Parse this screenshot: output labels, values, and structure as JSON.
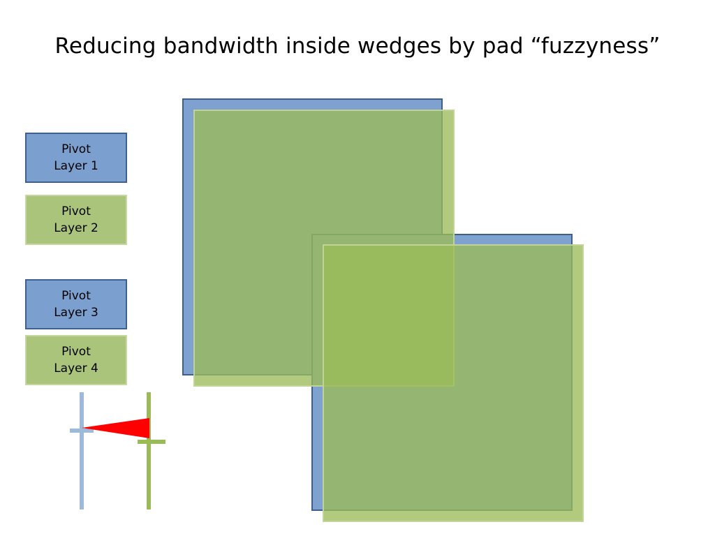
{
  "slide": {
    "title": "Reducing bandwidth inside wedges by pad “fuzzyness”"
  },
  "legend": [
    {
      "line1": "Pivot",
      "line2": "Layer 1",
      "color": "#7b9fce"
    },
    {
      "line1": "Pivot",
      "line2": "Layer 2",
      "color": "#abc47b"
    },
    {
      "line1": "Pivot",
      "line2": "Layer 3",
      "color": "#7b9fce"
    },
    {
      "line1": "Pivot",
      "line2": "Layer 4",
      "color": "#abc47b"
    }
  ],
  "colors": {
    "blue_fill": "#7ea1cf",
    "blue_border": "#3e5f8d",
    "green_fill": "#9bbb59",
    "light_blue_line": "#9dbadb",
    "green_line": "#9bbb59",
    "wedge": "#ff0000"
  }
}
